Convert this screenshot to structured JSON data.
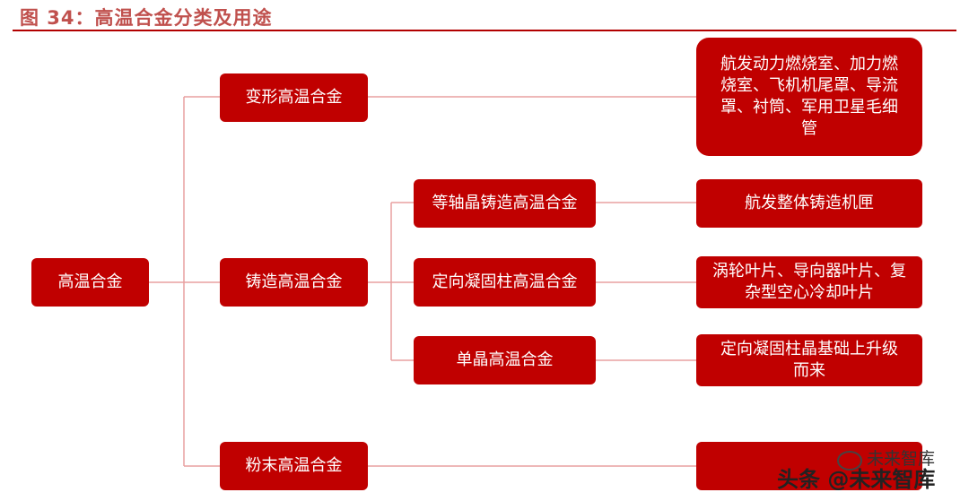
{
  "header": {
    "title": "图 34：高温合金分类及用途"
  },
  "diagram": {
    "root": "高温合金",
    "categories": [
      "变形高温合金",
      "铸造高温合金",
      "粉末高温合金"
    ],
    "cast_subtypes": [
      "等轴晶铸造高温合金",
      "定向凝固柱高温合金",
      "单晶高温合金"
    ],
    "uses": {
      "wrought": "航发动力燃烧室、加力燃烧室、飞机机尾罩、导流罩、衬筒、军用卫星毛细管",
      "equiaxed": "航发整体铸造机匣",
      "directional": "涡轮叶片、导向器叶片、复杂型空心冷却叶片",
      "single_crystal": "定向凝固柱晶基础上升级而来",
      "powder": ""
    },
    "colors": {
      "box": "#c00000",
      "line": "#e8a0a0",
      "title": "#c0504d"
    }
  },
  "watermark": {
    "small": "未来智库",
    "large": "头条 @未来智库"
  }
}
